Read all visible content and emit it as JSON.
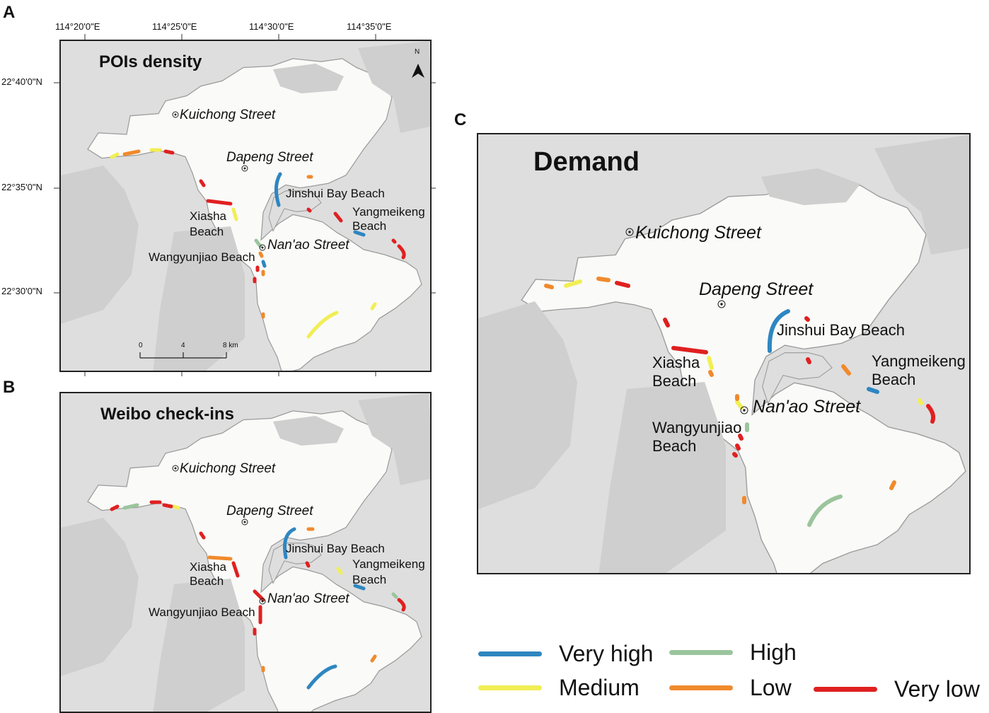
{
  "panels": {
    "a": {
      "letter": "A",
      "title": "POIs density"
    },
    "b": {
      "letter": "B",
      "title": "Weibo check-ins"
    },
    "c": {
      "letter": "C",
      "title": "Demand"
    }
  },
  "place_labels": {
    "kuichong": "Kuichong Street",
    "dapeng": "Dapeng Street",
    "nanao": "Nan'ao Street",
    "jinshui": "Jinshui Bay Beach",
    "yangmei": "Yangmeikeng",
    "yangmei2": "Beach",
    "xiasha": "Xiasha",
    "xiasha2": "Beach",
    "wangyun": "Wangyunjiao Beach",
    "wangyun_c1": "Wangyunjiao",
    "wangyun_c2": "Beach"
  },
  "axes": {
    "lon_ticks": [
      "114°20'0\"E",
      "114°25'0\"E",
      "114°30'0\"E",
      "114°35'0\"E"
    ],
    "lat_ticks": [
      "22°40'0\"N",
      "22°35'0\"N",
      "22°30'0\"N"
    ]
  },
  "north_arrow": {
    "label": "N",
    "icon": "north-arrow-icon"
  },
  "scale_bar": {
    "ticks": [
      "0",
      "4",
      "8 km"
    ]
  },
  "legend": [
    {
      "label": "Very high",
      "color": "#2e86c1"
    },
    {
      "label": "High",
      "color": "#9bc59d"
    },
    {
      "label": "Medium",
      "color": "#f2ee55"
    },
    {
      "label": "Low",
      "color": "#f08a2c"
    },
    {
      "label": "Very low",
      "color": "#e02020"
    }
  ],
  "colors": {
    "land": "#fafaf8",
    "water": "#dedede",
    "coastline": "#9a9a9a"
  }
}
